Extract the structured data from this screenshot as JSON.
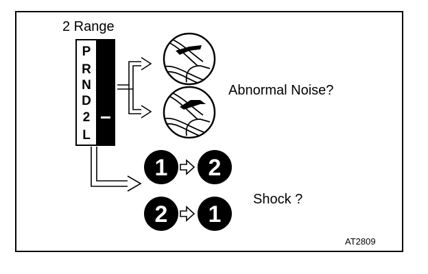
{
  "title": "2 Range",
  "noise_label": "Abnormal Noise?",
  "shock_label": "Shock ?",
  "figure_code": "AT2809",
  "gear_letters": [
    "P",
    "R",
    "N",
    "D",
    "2",
    "L"
  ],
  "shift_sequences": [
    {
      "from": "1",
      "to": "2"
    },
    {
      "from": "2",
      "to": "1"
    }
  ]
}
